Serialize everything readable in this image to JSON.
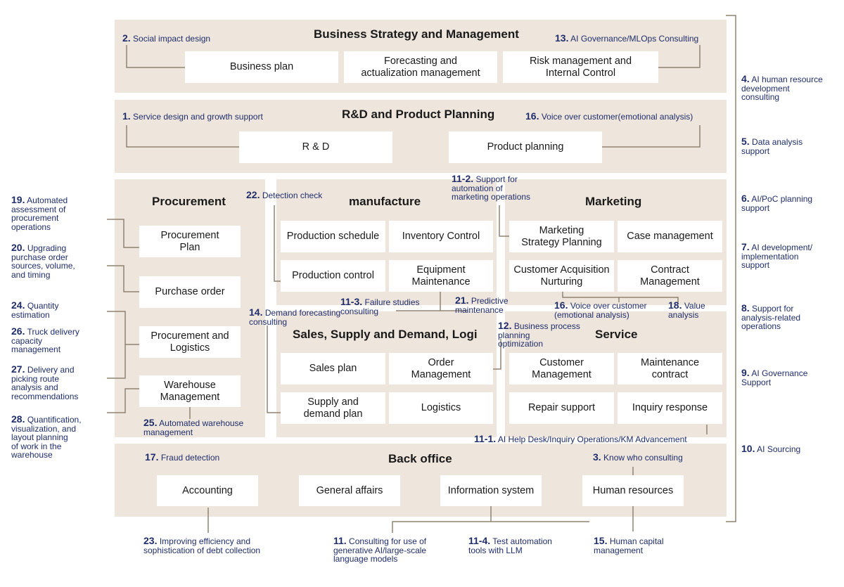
{
  "panels": {
    "strategy": "Business Strategy and Management",
    "rnd": "R&D and Product Planning",
    "procurement": "Procurement",
    "manufacture": "manufacture",
    "marketing": "Marketing",
    "sales": "Sales, Supply and Demand, Logi",
    "service": "Service",
    "backoffice": "Back office"
  },
  "boxes": {
    "business_plan": "Business plan",
    "forecasting": "Forecasting and\nactualization management",
    "risk": "Risk management and\nInternal Control",
    "rnd": "R & D",
    "product_planning": "Product planning",
    "procurement_plan": "Procurement\nPlan",
    "purchase_order": "Purchase order",
    "procurement_logistics": "Procurement and\nLogistics",
    "warehouse": "Warehouse\nManagement",
    "production_schedule": "Production schedule",
    "inventory": "Inventory Control",
    "production_control": "Production control",
    "equipment": "Equipment\nMaintenance",
    "marketing_strategy": "Marketing\nStrategy Planning",
    "case_management": "Case management",
    "customer_acquisition": "Customer Acquisition\nNurturing",
    "contract_management": "Contract\nManagement",
    "sales_plan": "Sales plan",
    "order_management": "Order\nManagement",
    "supply_demand_plan": "Supply and\ndemand plan",
    "logistics": "Logistics",
    "customer_management": "Customer\nManagement",
    "maintenance_contract": "Maintenance\ncontract",
    "repair_support": "Repair support",
    "inquiry_response": "Inquiry response",
    "accounting": "Accounting",
    "general_affairs": "General affairs",
    "information_system": "Information system",
    "human_resources": "Human resources"
  },
  "labels": {
    "l2": {
      "num": "2.",
      "text": "Social impact design"
    },
    "l13": {
      "num": "13.",
      "text": "AI Governance/MLOps Consulting"
    },
    "l1": {
      "num": "1.",
      "text": "Service design and growth support"
    },
    "l16a": {
      "num": "16.",
      "text": "Voice over customer(emotional analysis)"
    },
    "l19": {
      "num": "19.",
      "text": "Automated\nassessment of\nprocurement\noperations"
    },
    "l20": {
      "num": "20.",
      "text": "Upgrading\npurchase order\nsources, volume,\nand timing"
    },
    "l24": {
      "num": "24.",
      "text": "Quantity\nestimation"
    },
    "l26": {
      "num": "26.",
      "text": "Truck delivery\ncapacity\nmanagement"
    },
    "l27": {
      "num": "27.",
      "text": "Delivery and\npicking route\nanalysis and\nrecommendations"
    },
    "l28": {
      "num": "28.",
      "text": "Quantification,\nvisualization, and\nlayout planning\nof work in the\nwarehouse"
    },
    "l22": {
      "num": "22.",
      "text": "Detection check"
    },
    "l112": {
      "num": "11-2.",
      "text": "Support for\nautomation of\nmarketing operations"
    },
    "l113": {
      "num": "11-3.",
      "text": "Failure studies\nconsulting"
    },
    "l21": {
      "num": "21.",
      "text": "Predictive\nmaintenance"
    },
    "l14": {
      "num": "14.",
      "text": "Demand forecasting\nconsulting"
    },
    "l16b": {
      "num": "16.",
      "text": "Voice over customer\n(emotional analysis)"
    },
    "l18": {
      "num": "18.",
      "text": "Value\nanalysis"
    },
    "l12": {
      "num": "12.",
      "text": "Business process\nplanning\noptimization"
    },
    "l25": {
      "num": "25.",
      "text": "Automated warehouse\nmanagement"
    },
    "l111": {
      "num": "11-1.",
      "text": "AI Help Desk/Inquiry Operations/KM Advancement"
    },
    "l17": {
      "num": "17.",
      "text": "Fraud detection"
    },
    "l3": {
      "num": "3.",
      "text": "Know who consulting"
    },
    "l23": {
      "num": "23.",
      "text": "Improving efficiency and\nsophistication of debt collection"
    },
    "l11": {
      "num": "11.",
      "text": "Consulting for use of\ngenerative AI/large-scale\nlanguage models"
    },
    "l114": {
      "num": "11-4.",
      "text": "Test automation\ntools with LLM"
    },
    "l15": {
      "num": "15.",
      "text": "Human capital\nmanagement"
    },
    "l4": {
      "num": "4.",
      "text": "AI human resource\ndevelopment\nconsulting"
    },
    "l5": {
      "num": "5.",
      "text": "Data analysis\nsupport"
    },
    "l6": {
      "num": "6.",
      "text": "AI/PoC planning\nsupport"
    },
    "l7": {
      "num": "7.",
      "text": "AI development/\nimplementation\nsupport"
    },
    "l8": {
      "num": "8.",
      "text": "Support for\nanalysis-related\noperations"
    },
    "l9": {
      "num": "9.",
      "text": "AI Governance\nSupport"
    },
    "l10": {
      "num": "10.",
      "text": "AI Sourcing"
    }
  }
}
